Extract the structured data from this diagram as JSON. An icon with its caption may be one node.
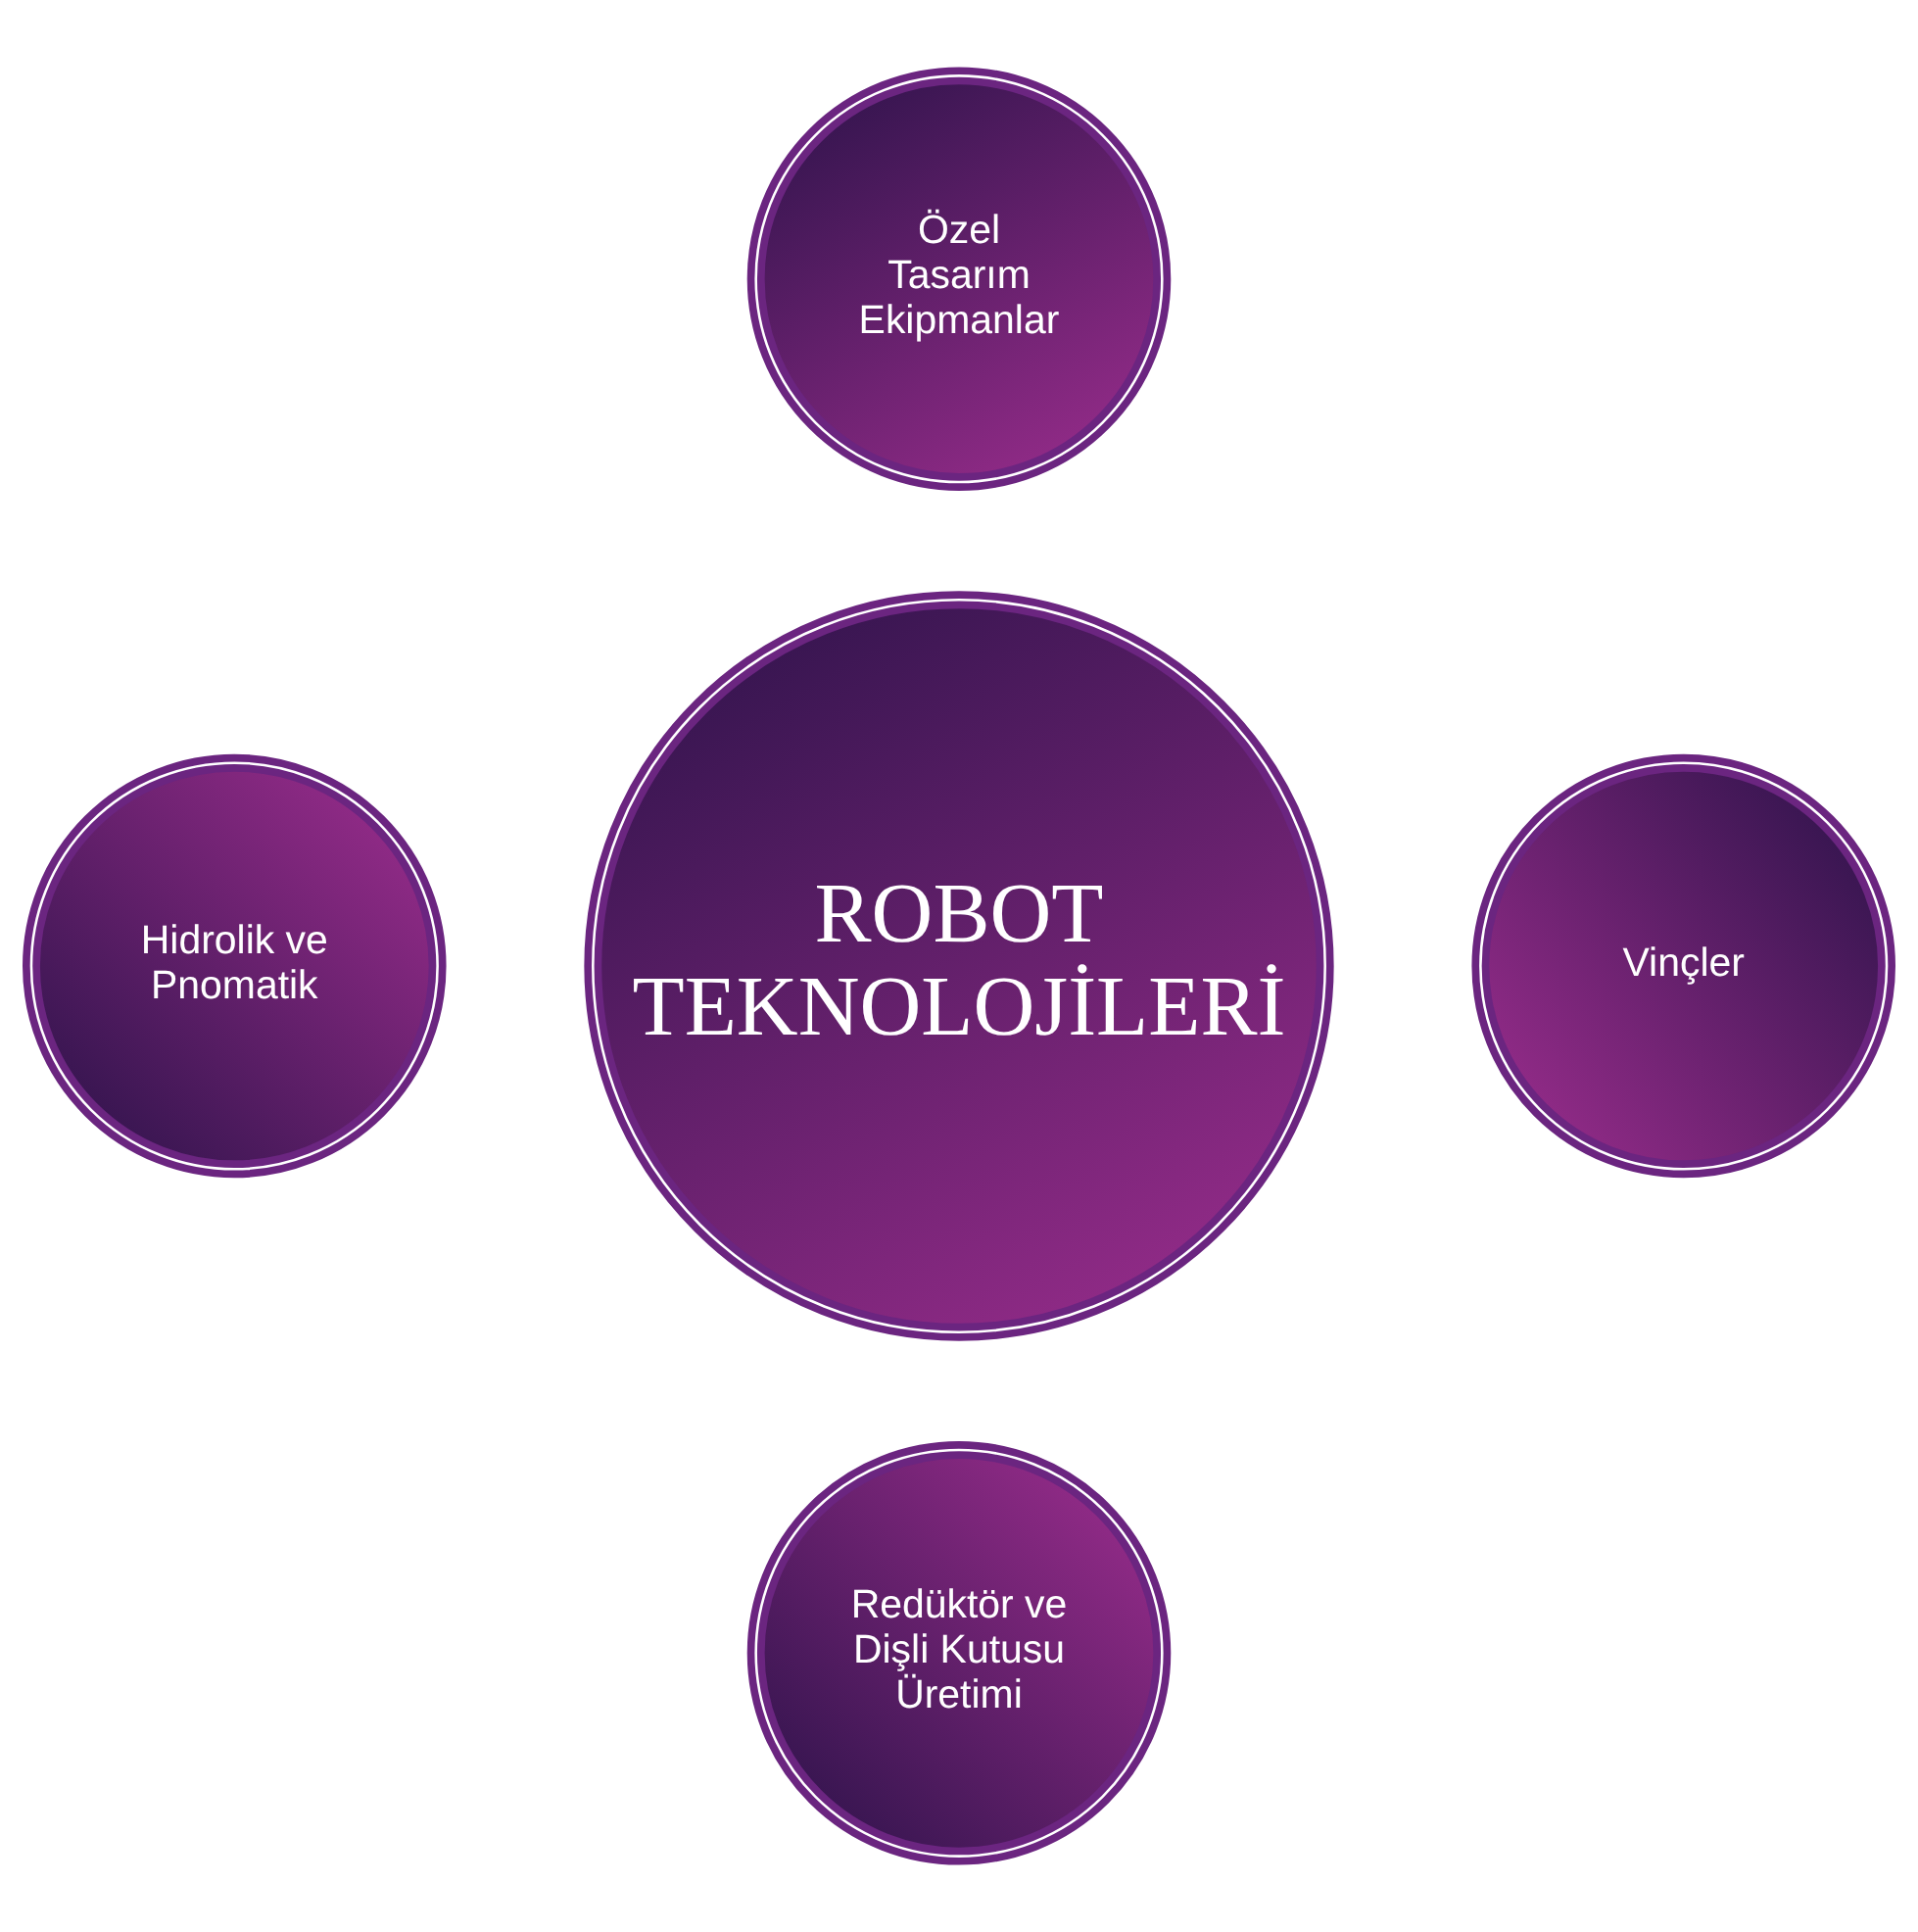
{
  "diagram": {
    "nodes": [
      {
        "text": [
          "Özel Tasarım Ekipmanlar"
        ]
      },
      {
        "text": [
          "Hidrolik ve Pnomatik"
        ]
      },
      {
        "text": [
          "ROBOT TEKNOLOJİLERİ"
        ]
      },
      {
        "text": [
          "Vinçler"
        ]
      },
      {
        "text": [
          "Redüktör ve Dişli Kutusu Üretimi"
        ]
      }
    ]
  }
}
